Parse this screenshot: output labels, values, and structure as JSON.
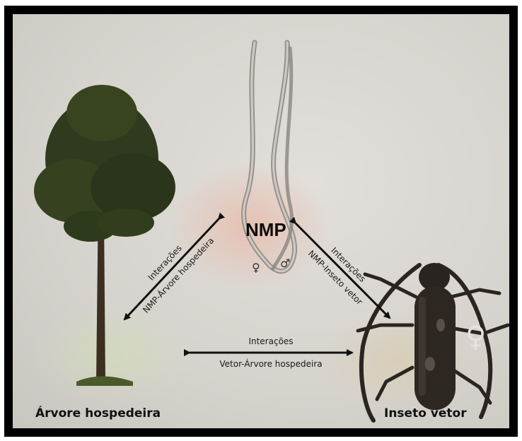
{
  "nodes": {
    "tree": {
      "label": "Árvore hospedeira"
    },
    "nematode": {
      "label": "NMP"
    },
    "insect": {
      "label": "Inseto vetor"
    }
  },
  "interactions": {
    "tree_nematode": {
      "line1": "Interações",
      "line2": "NMP-Árvore hospedeira"
    },
    "nematode_insect": {
      "line1": "Interações",
      "line2": "NMP-Inseto vetor"
    },
    "insect_tree": {
      "line1": "Interações",
      "line2": "Vetor-Árvore hospedeira"
    }
  },
  "symbols": {
    "female": "♀",
    "male": "♂"
  },
  "colors": {
    "background": "#d9d6d1",
    "frame": "#000000",
    "foliage": "#2f3a1f",
    "trunk": "#3b2f22",
    "arrow": "#111111",
    "nematode_glow": "#e9b8a6"
  }
}
